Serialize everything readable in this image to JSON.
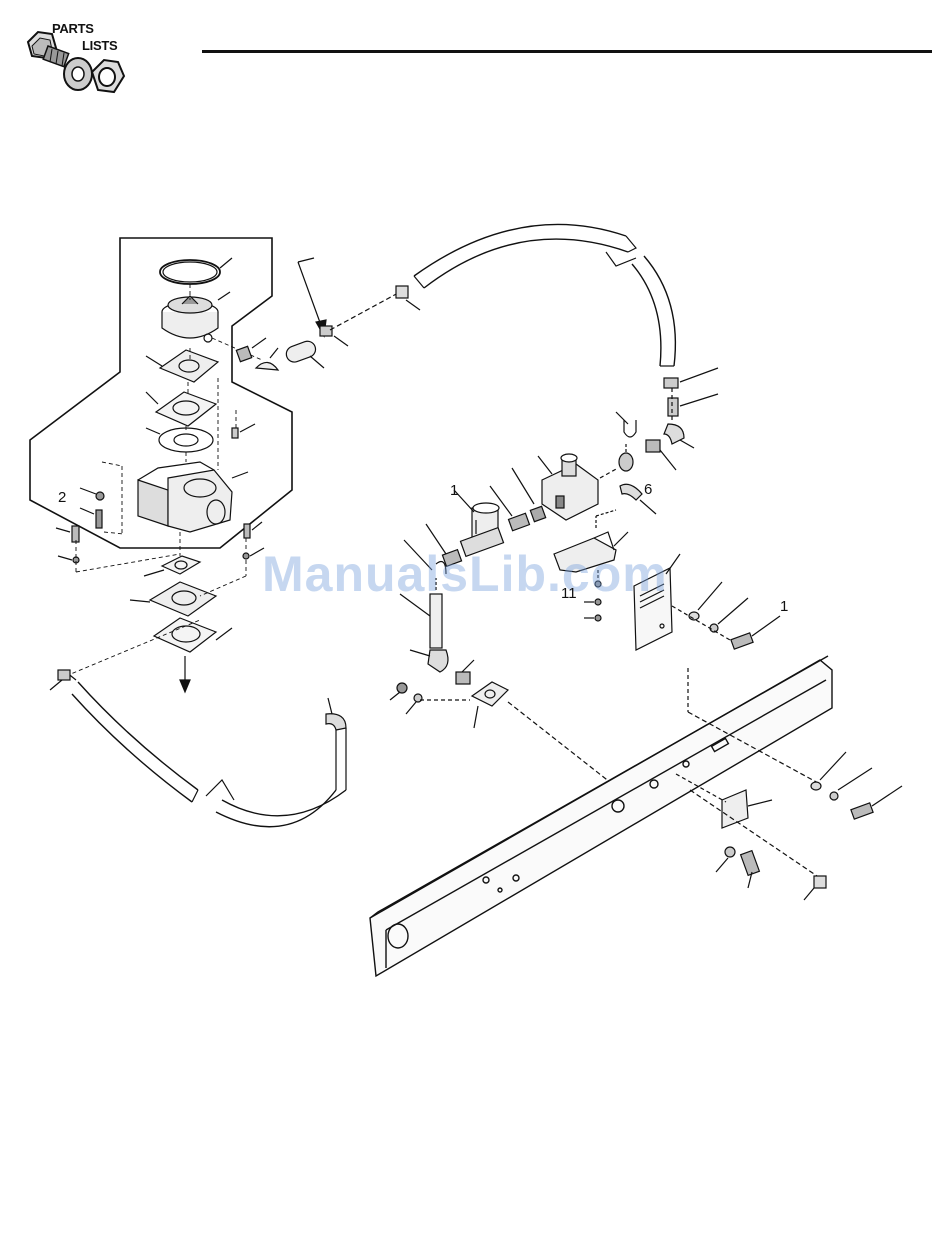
{
  "header": {
    "logo_line1": "PARTS",
    "logo_line2": "LISTS"
  },
  "callouts": {
    "c1_top": "1",
    "c2": "2",
    "c6": "6",
    "c11": "11",
    "c1_right": "1"
  },
  "watermark": {
    "text": "ManualsLib.com"
  },
  "colors": {
    "line": "#111111",
    "watermark": "#8fb0dc"
  }
}
